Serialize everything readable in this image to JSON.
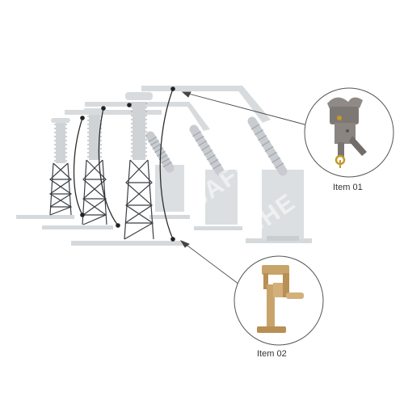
{
  "diagram": {
    "items": [
      {
        "label": "Item 01",
        "part": "overhead-conductor-clamp"
      },
      {
        "label": "Item 02",
        "part": "ground-bus-clamp"
      }
    ],
    "watermark": [
      "SAFE",
      "CHE"
    ],
    "colors": {
      "structure": "#dcdfe1",
      "structure_dark": "#c3c7ca",
      "lattice": "#3a3f44",
      "lead": "#2d2d2d",
      "clamp_metal": "#8f8a86",
      "clamp_brass": "#c9a46a",
      "callout_circle": "#555555"
    }
  }
}
